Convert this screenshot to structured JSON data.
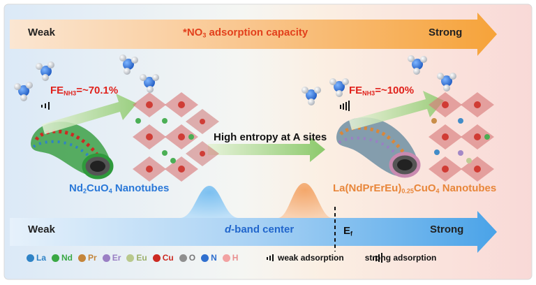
{
  "top_arrow": {
    "weak": "Weak",
    "strong": "Strong",
    "title_prefix": "*NO",
    "title_sub": "3",
    "title_suffix": " adsorption capacity"
  },
  "left_panel": {
    "fe_prefix": "FE",
    "fe_sub": "NH3",
    "fe_value": "=~70.1%",
    "material_a": "Nd",
    "material_sub": "2",
    "material_b": "CuO",
    "material_sub2": "4",
    "material_c": " Nanotubes"
  },
  "middle": {
    "label": "High entropy at A sites"
  },
  "right_panel": {
    "fe_prefix": "FE",
    "fe_sub": "NH3",
    "fe_value": "=~100%",
    "material_a": "La(NdPrErEu)",
    "material_sub": "0.25",
    "material_b": "CuO",
    "material_sub2": "4",
    "material_c": " Nanotubes"
  },
  "bottom_arrow": {
    "weak": "Weak",
    "strong": "Strong",
    "title_italic": "d",
    "title_rest": "-band center",
    "ef_main": "E",
    "ef_sub": "f"
  },
  "legend": {
    "elements": [
      {
        "label": "La",
        "color": "#2f83c6"
      },
      {
        "label": "Nd",
        "color": "#3aa844"
      },
      {
        "label": "Pr",
        "color": "#c4853a"
      },
      {
        "label": "Er",
        "color": "#9a7fc4"
      },
      {
        "label": "Eu",
        "color": "#b9c98d"
      },
      {
        "label": "Cu",
        "color": "#cc2a22"
      },
      {
        "label": "O",
        "color": "#8f8f8f"
      },
      {
        "label": "N",
        "color": "#2f6fcf"
      },
      {
        "label": "H",
        "color": "#f2a2a2"
      }
    ],
    "weak_adsorption": "weak adsorption",
    "strong_adsorption": "strong adsorption"
  },
  "colors": {
    "accent_red": "#e2401c",
    "fe_red": "#e0211b",
    "blue_text": "#2a78d8",
    "orange_text": "#e8863a",
    "arrow_orange": "#f6a33a",
    "arrow_blue": "#4aa3e8",
    "green_arrow": "#8cc96b"
  }
}
